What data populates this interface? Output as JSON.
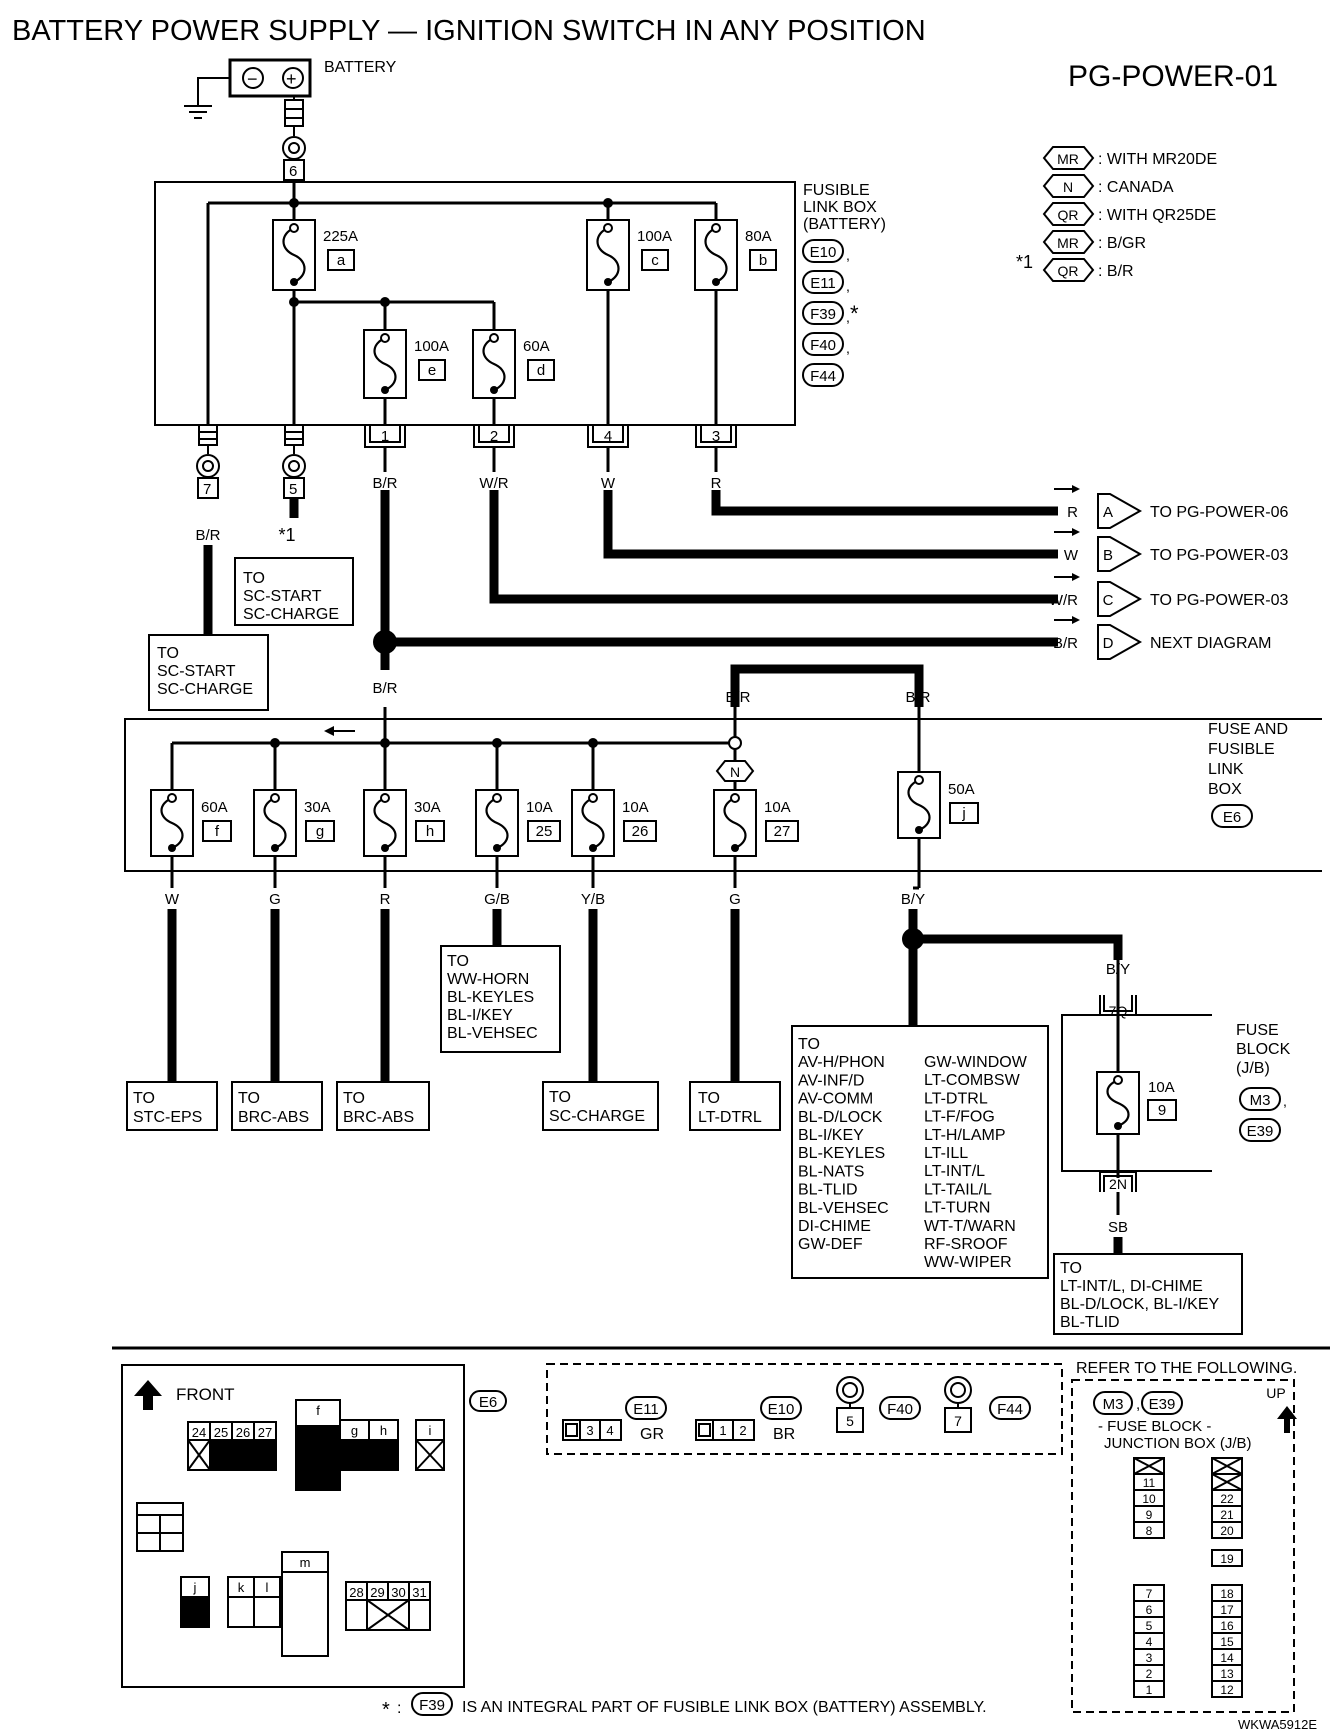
{
  "title": "BATTERY POWER SUPPLY — IGNITION SWITCH IN ANY POSITION",
  "page_code": "PG-POWER-01",
  "battery_label": "BATTERY",
  "battery_neg": "−",
  "battery_pos": "+",
  "legend": {
    "items": [
      {
        "badge": "MR",
        "text": ": WITH MR20DE"
      },
      {
        "badge": "N",
        "text": ": CANADA"
      },
      {
        "badge": "QR",
        "text": ": WITH QR25DE"
      },
      {
        "badge": "MR",
        "text": ": B/GR"
      },
      {
        "badge": "QR",
        "text": ": B/R"
      }
    ],
    "note_mark": "*1"
  },
  "fusible_link_box": {
    "label_lines": [
      "FUSIBLE",
      "LINK BOX",
      "(BATTERY)"
    ],
    "connectors": [
      "E10",
      "E11",
      "F39",
      "F40",
      "F44"
    ],
    "connector_suffixes": [
      ",",
      ",",
      ",",
      ",",
      ""
    ],
    "f39_mark": "*",
    "fuses": [
      {
        "amp": "225A",
        "id": "a"
      },
      {
        "amp": "100A",
        "id": "c"
      },
      {
        "amp": "80A",
        "id": "b"
      },
      {
        "amp": "100A",
        "id": "e"
      },
      {
        "amp": "60A",
        "id": "d"
      }
    ],
    "terminal_top": "6",
    "terminals": [
      "1",
      "2",
      "4",
      "3"
    ],
    "eyelets": [
      "7",
      "5"
    ]
  },
  "wires": {
    "t1": "B/R",
    "t2": "W/R",
    "t4": "W",
    "t3": "R",
    "e7": "B/R",
    "star1": "*1",
    "feed_left": "B/R",
    "feed_right1": "B/R",
    "feed_right2": "B/R"
  },
  "outputs": [
    {
      "color": "R",
      "letter": "A",
      "dest": "TO PG-POWER-06"
    },
    {
      "color": "W",
      "letter": "B",
      "dest": "TO PG-POWER-03"
    },
    {
      "color": "W/R",
      "letter": "C",
      "dest": "TO PG-POWER-03"
    },
    {
      "color": "B/R",
      "letter": "D",
      "dest": "NEXT DIAGRAM"
    }
  ],
  "to_boxes": {
    "sc_start_1": [
      "TO",
      "SC-START",
      "SC-CHARGE"
    ],
    "sc_start_2": [
      "TO",
      "SC-START",
      "SC-CHARGE"
    ],
    "horn": [
      "TO",
      "WW-HORN",
      "BL-KEYLES",
      "BL-I/KEY",
      "BL-VEHSEC"
    ],
    "stc": [
      "TO",
      "STC-EPS"
    ],
    "brc1": [
      "TO",
      "BRC-ABS"
    ],
    "brc2": [
      "TO",
      "BRC-ABS"
    ],
    "sc_charge": [
      "TO",
      "SC-CHARGE"
    ],
    "lt_dtrl": [
      "TO",
      "LT-DTRL"
    ],
    "big_left": [
      "TO",
      "AV-H/PHON",
      "AV-INF/D",
      "AV-COMM",
      "BL-D/LOCK",
      "BL-I/KEY",
      "BL-KEYLES",
      "BL-NATS",
      "BL-TLID",
      "BL-VEHSEC",
      "DI-CHIME",
      "GW-DEF"
    ],
    "big_right": [
      "GW-WINDOW",
      "LT-COMBSW",
      "LT-DTRL",
      "LT-F/FOG",
      "LT-H/LAMP",
      "LT-ILL",
      "LT-INT/L",
      "LT-TAIL/L",
      "LT-TURN",
      "WT-T/WARN",
      "RF-SROOF",
      "WW-WIPER"
    ],
    "jb_out": [
      "TO",
      "LT-INT/L, DI-CHIME",
      "BL-D/LOCK, BL-I/KEY",
      "BL-TLID"
    ]
  },
  "fuse_and_fusible": {
    "label_lines": [
      "FUSE AND",
      "FUSIBLE",
      "LINK",
      "BOX"
    ],
    "connector": "E6",
    "n_badge": "N",
    "fuses": [
      {
        "amp": "60A",
        "id": "f",
        "wire": "W"
      },
      {
        "amp": "30A",
        "id": "g",
        "wire": "G"
      },
      {
        "amp": "30A",
        "id": "h",
        "wire": "R"
      },
      {
        "amp": "10A",
        "id": "25",
        "wire": "G/B"
      },
      {
        "amp": "10A",
        "id": "26",
        "wire": "Y/B"
      },
      {
        "amp": "10A",
        "id": "27",
        "wire": "G"
      },
      {
        "amp": "50A",
        "id": "j",
        "wire": "B/Y"
      }
    ]
  },
  "fuse_block": {
    "label_lines": [
      "FUSE",
      "BLOCK",
      "(J/B)"
    ],
    "connectors": [
      "M3",
      "E39"
    ],
    "connector_suffixes": [
      ",",
      ""
    ],
    "in_conn": "7Q",
    "out_conn": "2N",
    "in_wire": "B/Y",
    "out_wire": "SB",
    "fuse": {
      "amp": "10A",
      "id": "9"
    }
  },
  "bottom": {
    "front": "FRONT",
    "e6": "E6",
    "e6_cells_top": [
      "24",
      "25",
      "26",
      "27"
    ],
    "e6_big": [
      "f",
      "g",
      "h",
      "i"
    ],
    "e6_cells_bottom_left": [
      "j",
      "k",
      "l",
      "m"
    ],
    "e6_cells_bottom_right": [
      "28",
      "29",
      "30",
      "31"
    ],
    "connectors": [
      {
        "name": "E11",
        "pins": [
          "3",
          "4"
        ],
        "color": "GR"
      },
      {
        "name": "E10",
        "pins": [
          "1",
          "2"
        ],
        "color": "BR"
      },
      {
        "name": "F40",
        "pins": [
          "5"
        ],
        "color": ""
      },
      {
        "name": "F44",
        "pins": [
          "7"
        ],
        "color": ""
      }
    ],
    "refer": "REFER TO THE FOLLOWING.",
    "refer_conns": [
      "M3",
      "E39"
    ],
    "refer_sep": ",",
    "refer_up": "UP",
    "refer_lines": [
      "- FUSE BLOCK -",
      "JUNCTION BOX (J/B)"
    ],
    "jb_left_top": [
      "11",
      "10",
      "9",
      "8"
    ],
    "jb_left_bottom": [
      "7",
      "6",
      "5",
      "4",
      "3",
      "2",
      "1"
    ],
    "jb_right_top": [
      "22",
      "21",
      "20"
    ],
    "jb_mid": "19",
    "jb_right_bottom": [
      "18",
      "17",
      "16",
      "15",
      "14",
      "13",
      "12"
    ],
    "footnote_star": "*",
    "footnote_colon": ":",
    "footnote_conn": "F39",
    "footnote": "IS AN INTEGRAL PART OF FUSIBLE LINK BOX (BATTERY) ASSEMBLY.",
    "code": "WKWA5912E"
  }
}
